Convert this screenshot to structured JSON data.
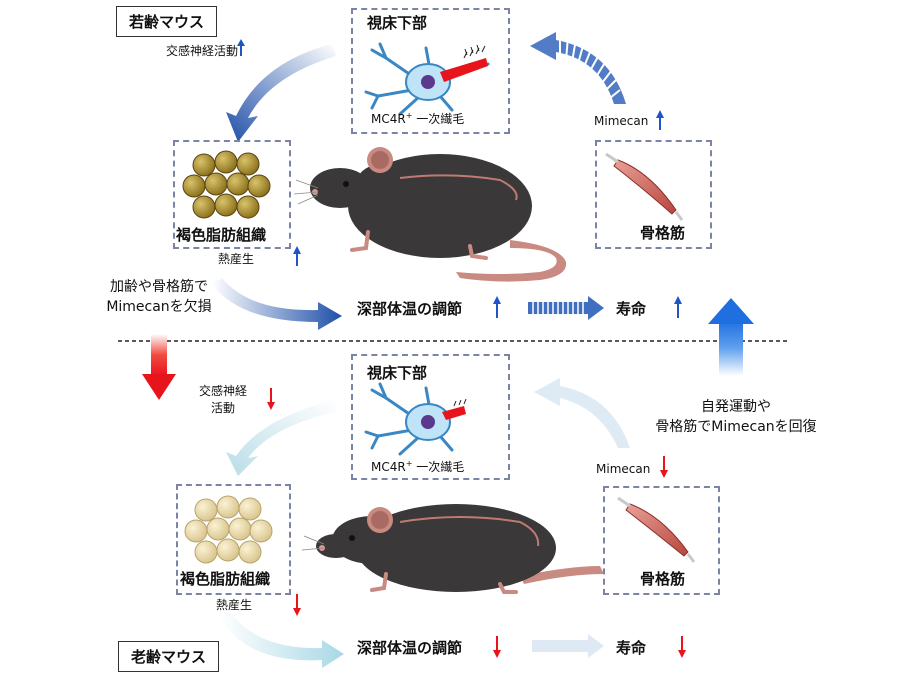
{
  "young": {
    "tag": "若齢マウス",
    "sympathetic": "交感神経活動",
    "hypothalamus_title": "視床下部",
    "cilia": "一次繊毛",
    "mc4r_base": "MC4R",
    "mc4r_sup": "+",
    "bat_title": "褐色脂肪組織",
    "thermogenesis": "熱産生",
    "mimecan": "Mimecan",
    "muscle_title": "骨格筋",
    "thermo_reg": "深部体温の調節",
    "lifespan": "寿命"
  },
  "old": {
    "tag": "老齢マウス",
    "sympathetic_line1": "交感神経",
    "sympathetic_line2": "活動",
    "hypothalamus_title": "視床下部",
    "cilia": "一次繊毛",
    "mc4r_base": "MC4R",
    "mc4r_sup": "+",
    "bat_title": "褐色脂肪組織",
    "thermogenesis": "熱産生",
    "mimecan": "Mimecan",
    "muscle_title": "骨格筋",
    "thermo_reg": "深部体温の調節",
    "lifespan": "寿命"
  },
  "transition": {
    "loss_line1": "加齢や骨格筋で",
    "loss_line2": "Mimecanを欠損",
    "restore_line1": "自発運動や",
    "restore_line2": "骨格筋でMimecanを回復"
  },
  "colors": {
    "up": "#1f55c8",
    "down": "#e8141c",
    "box_border": "#7b84a6"
  }
}
